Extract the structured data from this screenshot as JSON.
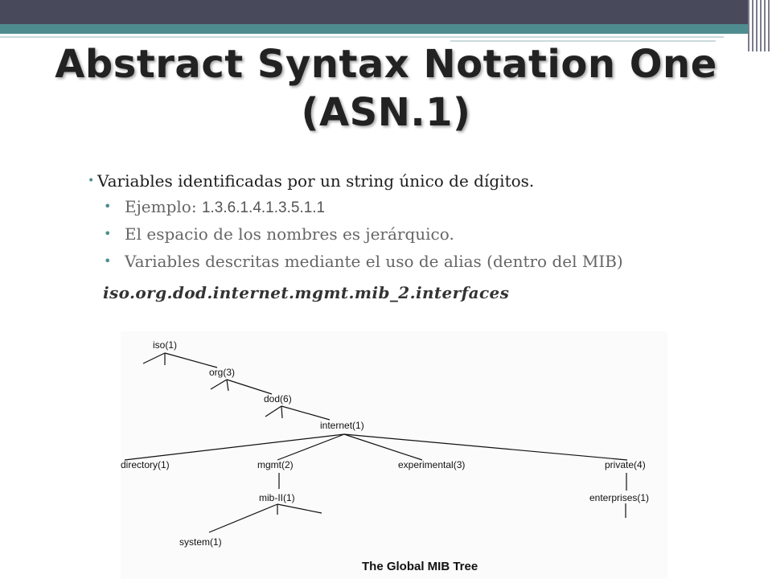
{
  "slide": {
    "title": "Abstract Syntax Notation One (ASN.1)"
  },
  "bullets": {
    "main": "Variables identificadas por un string único de dígitos.",
    "example_label": "Ejemplo: ",
    "example_value": "1.3.6.1.4.1.3.5.1.1",
    "namespace": "El espacio de los nombres es  jerárquico.",
    "alias_desc": "Variables descritas mediante el uso de alias (dentro del MIB)"
  },
  "alias_path": "iso.org.dod.internet.mgmt.mib_2.interfaces",
  "tree": {
    "nodes": {
      "iso": "iso(1)",
      "org": "org(3)",
      "dod": "dod(6)",
      "internet": "internet(1)",
      "directory": "directory(1)",
      "mgmt": "mgmt(2)",
      "experimental": "experimental(3)",
      "private": "private(4)",
      "mib2": "mib-II(1)",
      "enterprises": "enterprises(1)",
      "system": "system(1)"
    },
    "caption": "The Global MIB Tree"
  },
  "colors": {
    "top_bar": "#484a5c",
    "accent_teal": "#4f8c8f"
  }
}
